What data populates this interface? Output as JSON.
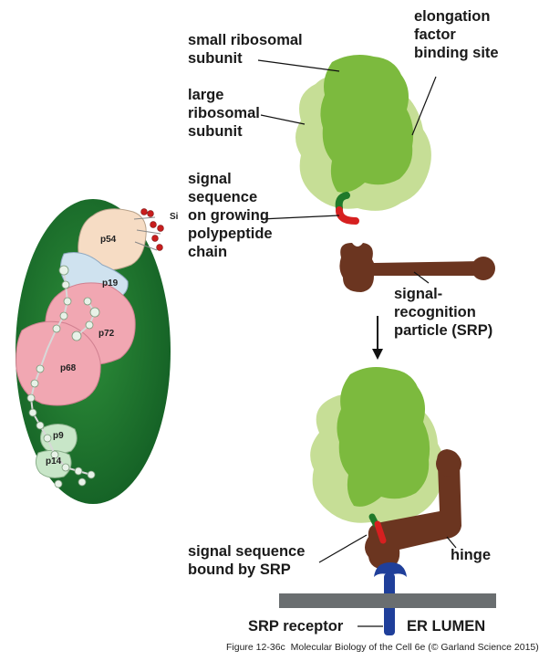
{
  "labels": {
    "small_ribosomal_subunit": "small ribosomal\nsubunit",
    "elongation_factor_binding_site": "elongation\nfactor\nbinding site",
    "large_ribosomal_subunit": "large\nribosomal\nsubunit",
    "signal_sequence_growing": "signal\nsequence\non growing\npolypeptide\nchain",
    "srp": "signal-\nrecognition\nparticle (SRP)",
    "signal_sequence_bound": "signal sequence\nbound by SRP",
    "hinge": "hinge",
    "srp_receptor": "SRP receptor",
    "er_lumen": "ER LUMEN"
  },
  "srp_model": {
    "si": "Si",
    "p54": "p54",
    "p19": "p19",
    "p72": "p72",
    "p68": "p68",
    "p9": "p9",
    "p14": "p14"
  },
  "caption": "Figure 12-36c  Molecular Biology of the Cell 6e (© Garland Science 2015)",
  "colors": {
    "large_subunit": "#c6de96",
    "small_subunit": "#7cba3e",
    "srp": "#6b3520",
    "signal_red": "#d62020",
    "signal_green": "#1f7a2a",
    "receptor_blue": "#1f3f9a",
    "membrane": "#6a6e70",
    "oval": "#1f7a2e"
  }
}
